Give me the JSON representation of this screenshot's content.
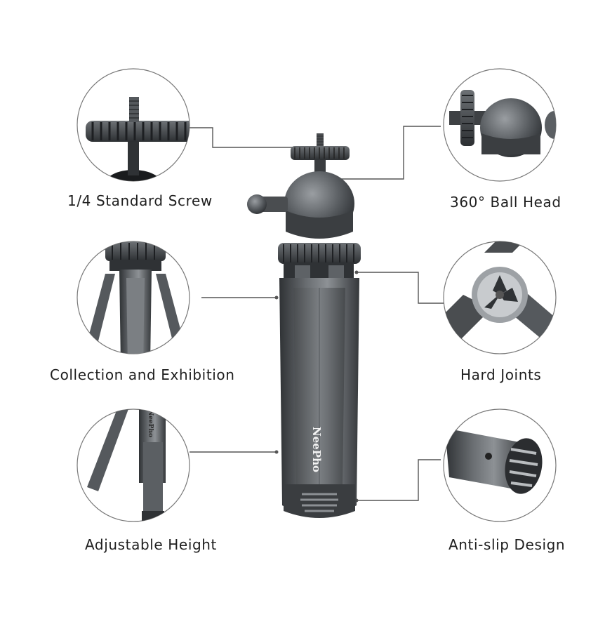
{
  "product": {
    "brand_mark": "NeePho"
  },
  "features": [
    {
      "label": "1/4 Standard Screw",
      "icon": "screw-plate-closeup"
    },
    {
      "label": "360° Ball Head",
      "icon": "ball-head-closeup"
    },
    {
      "label": "Collection and Exhibition",
      "icon": "folded-legs-closeup"
    },
    {
      "label": "Hard Joints",
      "icon": "leg-hinge-closeup"
    },
    {
      "label": "Adjustable Height",
      "icon": "extension-leg-closeup"
    },
    {
      "label": "Anti-slip Design",
      "icon": "rubber-foot-closeup"
    }
  ],
  "colors": {
    "background": "#ffffff",
    "body_dark": "#3a3d40",
    "body_mid": "#5b5f63",
    "body_light": "#8a8e92",
    "line": "#555555",
    "text": "#1e1e1e"
  }
}
